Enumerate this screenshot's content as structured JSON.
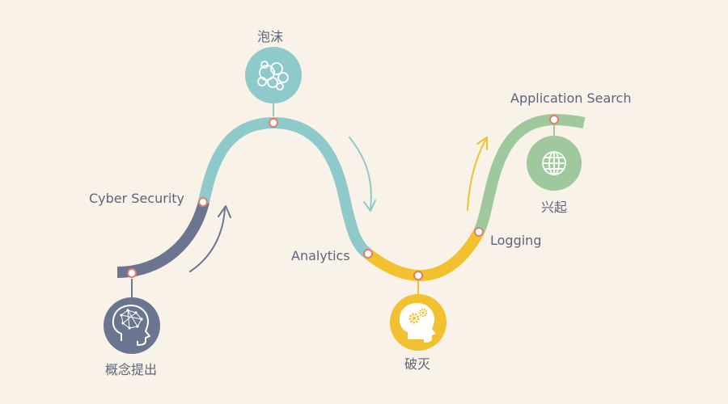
{
  "colors": {
    "background": "#f8f2e9",
    "slate": "#6b7590",
    "teal": "#8ecac9",
    "yellow": "#f2c130",
    "green": "#9fc89c",
    "node_fill": "#ffffff",
    "node_stroke": "#e27e6a",
    "arrow_slate": "#6b7590",
    "arrow_teal": "#8ecac9",
    "arrow_yellow": "#f2c130",
    "label_text": "#5e6478"
  },
  "stages": [
    {
      "id": "concept",
      "label": "概念提出",
      "icon": "brain-network-icon",
      "color": "#6b7590"
    },
    {
      "id": "bubble",
      "label": "泡沫",
      "icon": "bubbles-icon",
      "color": "#8ecac9"
    },
    {
      "id": "burst",
      "label": "破灭",
      "icon": "head-gears-icon",
      "color": "#f2c130"
    },
    {
      "id": "rise",
      "label": "兴起",
      "icon": "globe-icon",
      "color": "#9fc89c"
    }
  ],
  "milestones": [
    {
      "id": "cyber",
      "label": "Cyber Security"
    },
    {
      "id": "analytics",
      "label": "Analytics"
    },
    {
      "id": "logging",
      "label": "Logging"
    },
    {
      "id": "appsearch",
      "label": "Application Search"
    }
  ]
}
